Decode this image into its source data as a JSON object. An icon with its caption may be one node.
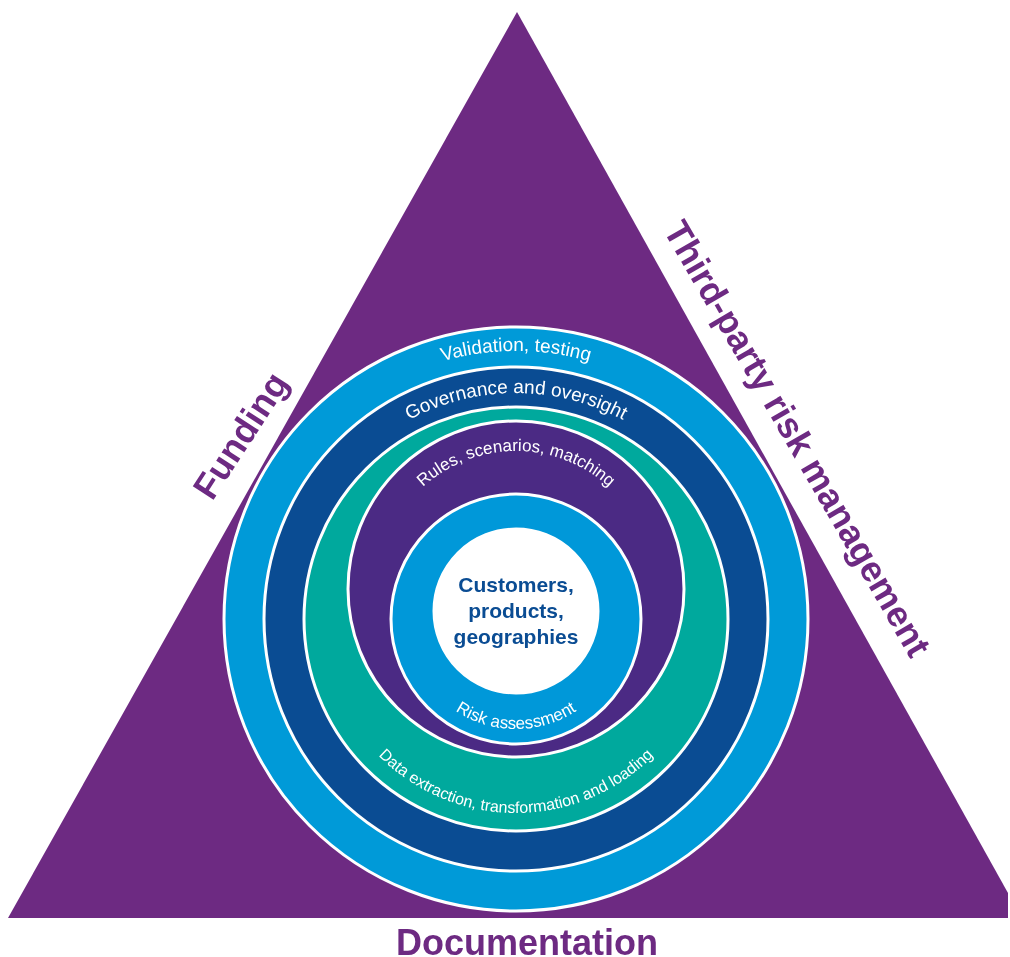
{
  "diagram": {
    "nodes": [
      {
        "text": [
          "Funding",
          "Third-party risk management",
          "Documentation"
        ]
      },
      {
        "text": [
          "Validation, testing"
        ],
        "in": 0
      },
      {
        "text": [
          "Governance and oversight"
        ],
        "in": 1
      },
      {
        "text": [
          "Data extraction, transformation and loading"
        ],
        "in": 2
      },
      {
        "text": [
          "Rules, scenarios, matching"
        ],
        "in": 3
      },
      {
        "text": [
          "Risk assessment"
        ],
        "in": 4
      },
      {
        "text": [
          "Customers, products, geographies"
        ],
        "in": 5
      }
    ]
  }
}
